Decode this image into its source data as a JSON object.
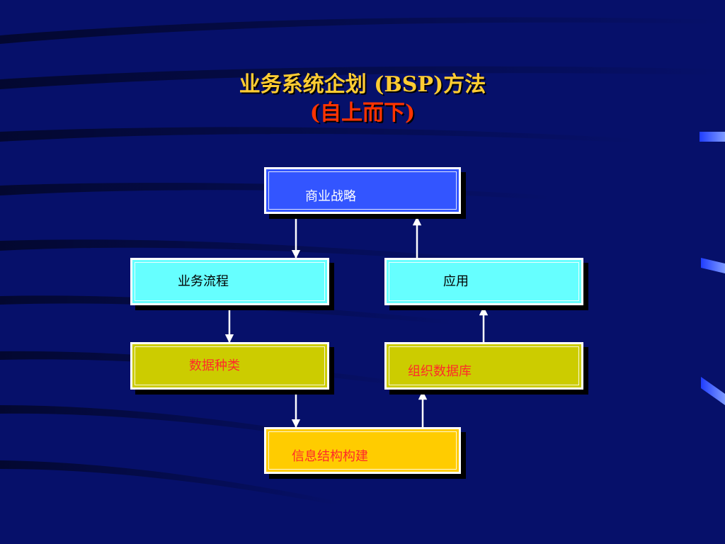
{
  "title": {
    "line1": "业务系统企划 (BSP)方法",
    "line2": "(自上而下)"
  },
  "nodes": {
    "strategy": "商业战略",
    "process": "业务流程",
    "application": "应用",
    "data_types": "数据种类",
    "organize_db": "组织数据库",
    "info_build": "信息结构构建"
  },
  "colors": {
    "background": "#06106a",
    "title_main": "#ffcc33",
    "title_sub": "#ff3300",
    "strategy_fill": "#3355ff",
    "cyan_fill": "#66ffff",
    "olive_fill": "#cccc00",
    "gold_fill": "#ffcc00",
    "red_text": "#ff2a2a"
  }
}
